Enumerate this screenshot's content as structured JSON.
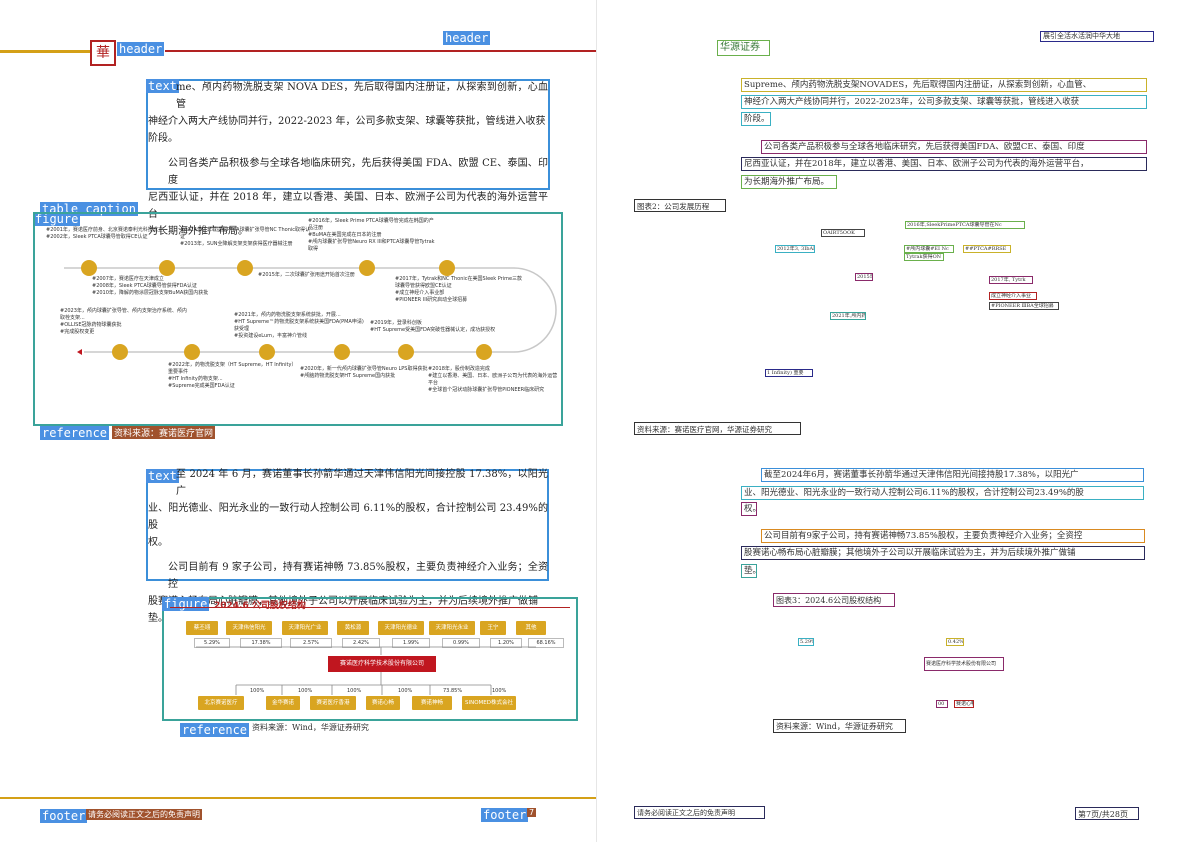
{
  "left": {
    "header_tag": "header",
    "header_tag2": "header",
    "header_mini": "",
    "logo_char": "華",
    "text_tag": "text",
    "paragraph1_lines": [
      "me、颅内药物洗脱支架 NOVA DES，先后取得国内注册证，从探索到创新，心血管",
      "神经介入两大产线协同并行，2022-2023 年，公司多款支架、球囊等获批，管线进入收获",
      "阶段。"
    ],
    "paragraph2_lines": [
      "公司各类产品积极参与全球各地临床研究，先后获得美国 FDA、欧盟 CE、泰国、印度",
      "尼西亚认证，并在 2018 年，建立以香港、美国、日本、欧洲子公司为代表的海外运营平台",
      "为长期海外推广布局。"
    ],
    "table_caption_tag": "table caption",
    "figure_tag": "figure",
    "reference_tag": "reference",
    "timeline_notes": [
      "#2001年，赛诺医疗前身、北京赛诺泰利光科技成立\n#2002年，Sleek PTCA球囊导管取得CE认证",
      "#2014年，非载拉型PTCA球囊扩张导管NC Thonic取得认证\n#2013年，SUN全降解支架支架获得医疗器械注册",
      "#2016年，Sleek Prime PTCA球囊导管完成在韩国的产品注册\n#BuMA在美国完成在日本的注册\n#颅内球囊扩张导管Neuro RX III和PTCA球囊导管Tytrak取得",
      "#2007年，赛诺医疗在天津成立\n#2008年，Sleek PTCA球囊导管获得FDA认证\n#2010年，降解药物涂层冠脉支架BuMA获国内获批",
      "#2015年，二次球囊扩张用途开始首次注册",
      "#2017年，Tytrak和NC Thonic在美国Sleek Prime三款\n球囊导管获得欧盟CE认证\n#成立神经介入事业部\n#PIONEER III研究启动全球招募",
      "#2023年，颅内球囊扩张导管、颅内支架治疗系统、颅内取栓支架...\n#OLLISE冠脉药物球囊获批\n#完成股权变更",
      "#2021年，颅内药物洗脱支架系统获批，开展...\n#HT Supreme™药物洗脱支架系统获美国FDA(PMA申请)获受理\n#投资建设eLum，丰富神介管线",
      "#2019年，登录科创板\n#HT Supreme受美国FDA突破性器械认定，成功获授权",
      "#2022年，药物洗脱支架（HT Supreme，HT Infinity）重要事件\n#HT Infinity药物支架...\n#Supreme完成美国FDA认证",
      "#2020年，新一代颅内球囊扩张导管Neuro LPS取得获批\n#颅脑药物洗脱支架HT Supreme国内获批",
      "#2018年，股份制改造完成\n#建立以香港、美国、日本、欧洲子公司为代表的海外运营平台\n#全球首个冠状动脉球囊扩张导管PIONEER临床研究"
    ],
    "reference1_text": "资料来源：赛诺医疗官网",
    "text2_tag": "text",
    "paragraph3_lines": [
      "至 2024 年 6 月，赛诺董事长孙箭华通过天津伟信阳光间接控股 17.38%，以阳光广",
      "业、阳光德业、阳光永业的一致行动人控制公司 6.11%的股权，合计控制公司 23.49%的股",
      "权。"
    ],
    "paragraph4_lines": [
      "公司目前有 9 家子公司，持有赛诺神畅 73.85%股权，主要负责神经介入业务；全资控",
      "股赛诺心畅布局心脏瓣膜；其他境外子公司以开展临床试验为主，并为后续境外推广做铺",
      "垫。"
    ],
    "figure2_tag": "figure",
    "equity_title": "2024.6 公司股权结构",
    "shareholders": [
      "蔡丕翊",
      "天津伟信阳光",
      "天津阳光广业",
      "黄松源",
      "天津阳光德业",
      "天津阳光永业",
      "王宁",
      "其他"
    ],
    "shareholder_pcts": [
      "5.29%",
      "17.38%",
      "2.57%",
      "2.42%",
      "1.99%",
      "0.99%",
      "1.20%",
      "68.16%"
    ],
    "company": "赛诺医疗科学技术股份有限公司",
    "subsidiaries": [
      "北京赛诺医疗",
      "金华赛诺",
      "赛诺医疗香港",
      "赛诺心畅",
      "赛诺神畅",
      "SINOMED株式会社"
    ],
    "subsidiary_pcts": [
      "100%",
      "100%",
      "100%",
      "100%",
      "73.85%",
      "100%"
    ],
    "reference2_tag": "reference",
    "reference2_text": "资料来源：Wind，华源证券研究",
    "footer_tag": "footer",
    "footer_text": "请务必阅读正文之后的免责声明",
    "footer_tag2": "footer",
    "footer_text2": "7"
  },
  "right": {
    "top_right": "展引全活水活润中华大地",
    "brand": "华源证券",
    "p1": [
      "Supreme、颅内药物洗脱支架NOVADES，先后取得国内注册证，从探索到创新，心血管、",
      "神经介入两大产线协同并行，2022-2023年，公司多款支架、球囊等获批，管线进入收获",
      "阶段。"
    ],
    "p2": [
      "公司各类产品积极参与全球各地临床研究，先后获得美国FDA、欧盟CE、泰国、印度",
      "尼西亚认证，并在2018年，建立以香港、美国、日本、欧洲子公司为代表的海外运营平台，",
      "为长期海外推广布局。"
    ],
    "caption1": "图表2：公司发展历程",
    "mini_labels": [
      "2016年,SleekPrimePTCA球囊导管在Nc",
      "OAIRT5OOK",
      "2012年3, 3IbAI",
      "#颅内球囊#EI Nc",
      "##PTCA#RRSE",
      "Tytrak获得ON",
      "2015年",
      "2017年, Tytrk",
      "成立神经介入事业",
      "#PIONEER ⅢBA全球招募",
      "2021年,颅内药",
      "1 Infinity) 重要"
    ],
    "source1": "资料来源：赛诺医疗官网，华源证券研究",
    "p3": [
      "截至2024年6月，赛诺董事长孙箭华通过天津伟信阳光间接持股17.38%，以阳光广",
      "业、阳光德业、阳光永业的一致行动人控制公司6.11%的股权，合计控制公司23.49%的股",
      "权。"
    ],
    "p4": [
      "公司目前有9家子公司，持有赛诺神畅73.85%股权，主要负责神经介入业务；全资控",
      "股赛诺心畅布局心脏瓣膜；其他境外子公司以开展临床试验为主，并为后续境外推广做铺",
      "垫。"
    ],
    "caption2": "图表3：2024.6公司股权结构",
    "mini2": [
      "5.29%",
      "0.42%",
      "赛诺医疗科学技术股份有限公司",
      "00",
      "赛诺心畅"
    ],
    "source2": "资料来源：Wind，华源证券研究",
    "footer_left": "请务必阅读正文之后的免责声明",
    "footer_right": "第7页/共28页"
  }
}
